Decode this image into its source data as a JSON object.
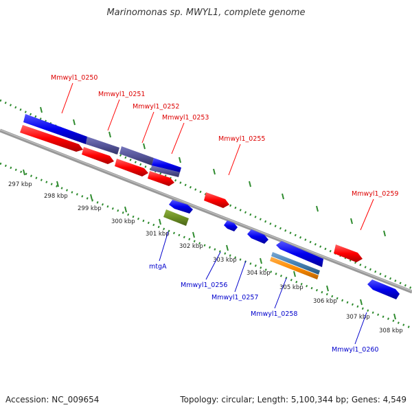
{
  "title": "Marinomonas sp. MWYL1, complete genome",
  "accession": "Accession: NC_009654",
  "summary": "Topology: circular; Length: 5,100,344 bp; Genes: 4,549",
  "colors": {
    "background": "#ffffff",
    "backbone": "#888888",
    "ticks": "#2e8b2e",
    "forward_gene": "#ff0000",
    "reverse_gene": "#0000ee",
    "rna_gene": "#6b8e23",
    "overlap_gene": "#555599",
    "orange_feature": "#ff8c00",
    "steelblue_feature": "#4682b4"
  },
  "ruler": {
    "unit": "kbp",
    "labels": [
      "297 kbp",
      "298 kbp",
      "299 kbp",
      "300 kbp",
      "301 kbp",
      "302 kbp",
      "303 kbp",
      "304 kbp",
      "305 kbp",
      "306 kbp",
      "307 kbp",
      "308 kbp"
    ]
  },
  "labels": {
    "top": [
      {
        "text": "Mmwyl1_0250"
      },
      {
        "text": "Mmwyl1_0251"
      },
      {
        "text": "Mmwyl1_0252"
      },
      {
        "text": "Mmwyl1_0253"
      },
      {
        "text": "Mmwyl1_0255"
      },
      {
        "text": "Mmwyl1_0259"
      }
    ],
    "bottom": [
      {
        "text": "mtgA"
      },
      {
        "text": "Mmwyl1_0256"
      },
      {
        "text": "Mmwyl1_0257"
      },
      {
        "text": "Mmwyl1_0258"
      },
      {
        "text": "Mmwyl1_0260"
      }
    ]
  }
}
